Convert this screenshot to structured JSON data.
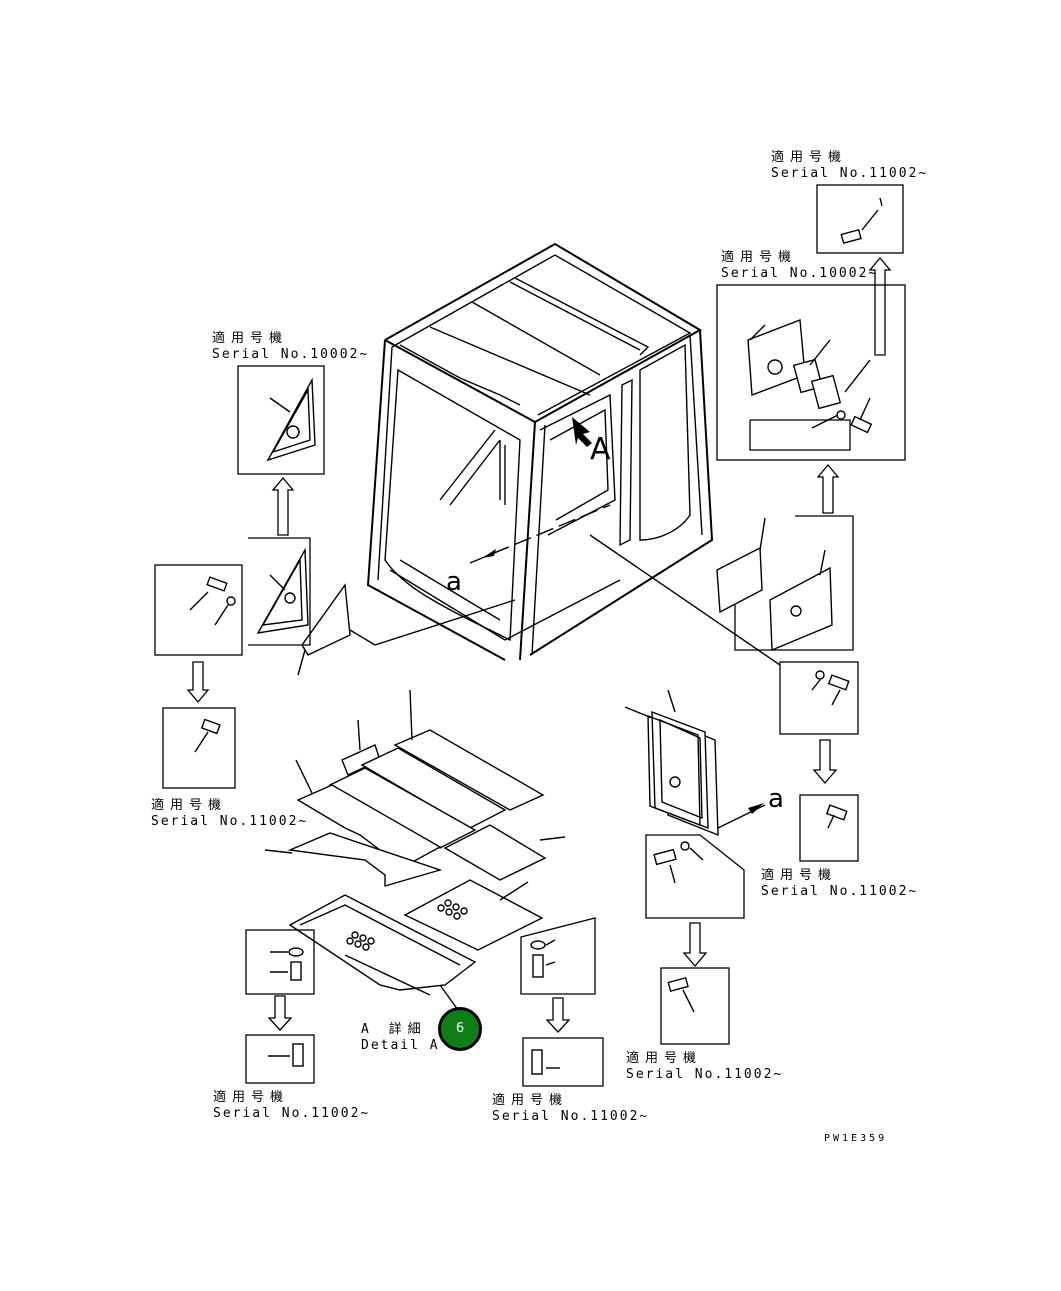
{
  "diagram": {
    "labels": {
      "top_right_upper": {
        "ja": "適用号機",
        "en": "Serial No.11002~"
      },
      "top_right_lower": {
        "ja": "適用号機",
        "en": "Serial No.10002~"
      },
      "top_left": {
        "ja": "適用号機",
        "en": "Serial No.10002~"
      },
      "left_mid": {
        "ja": "適用号機",
        "en": "Serial No.11002~"
      },
      "right_mid": {
        "ja": "適用号機",
        "en": "Serial No.11002~"
      },
      "right_bottom": {
        "ja": "適用号機",
        "en": "Serial No.11002~"
      },
      "bottom_left": {
        "ja": "適用号機",
        "en": "Serial No.11002~"
      },
      "bottom_center": {
        "ja": "適用号機",
        "en": "Serial No.11002~"
      }
    },
    "view_marker_A": "A",
    "view_marker_a_cab": "a",
    "view_marker_a_right": "a",
    "detail": {
      "ja": "A 詳細",
      "en": "Detail A"
    },
    "callout_number": "6",
    "drawing_code": "PW1E359",
    "callout_color": "#0f7d16"
  }
}
